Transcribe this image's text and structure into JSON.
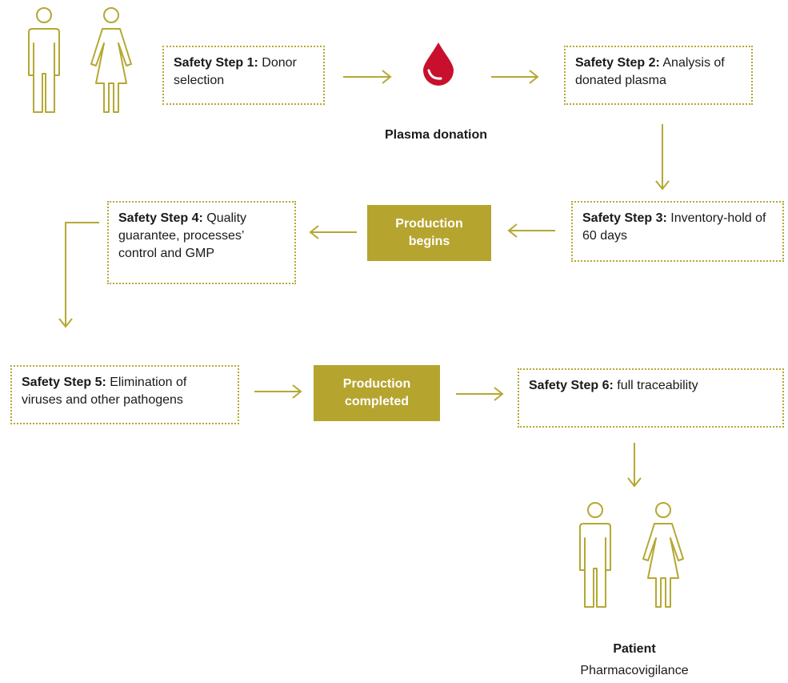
{
  "steps": [
    {
      "id": "step1",
      "label": "Safety Step 1:",
      "text": " Donor selection"
    },
    {
      "id": "step2",
      "label": "Safety Step 2:",
      "text": " Analysis of donated plasma"
    },
    {
      "id": "step3",
      "label": "Safety Step 3:",
      "text": " Inventory-hold of 60 days"
    },
    {
      "id": "step4",
      "label": "Safety Step 4:",
      "text": " Quality guarantee, processes’ control and GMP"
    },
    {
      "id": "step5",
      "label": "Safety Step 5:",
      "text": " Elimination of viruses and other pathogens"
    },
    {
      "id": "step6",
      "label": "Safety Step 6:",
      "text": " full traceability"
    }
  ],
  "production": {
    "begins": "Production begins",
    "completed": "Production completed"
  },
  "plasma_caption": "Plasma donation",
  "patient": {
    "title": "Patient",
    "subtitle": "Pharmacovigilance"
  },
  "colors": {
    "accent": "#b5a833",
    "production_fill": "#b5a42e",
    "blood_drop": "#c8102e"
  },
  "icons": [
    "male-person-icon",
    "female-person-icon",
    "blood-drop-icon"
  ]
}
